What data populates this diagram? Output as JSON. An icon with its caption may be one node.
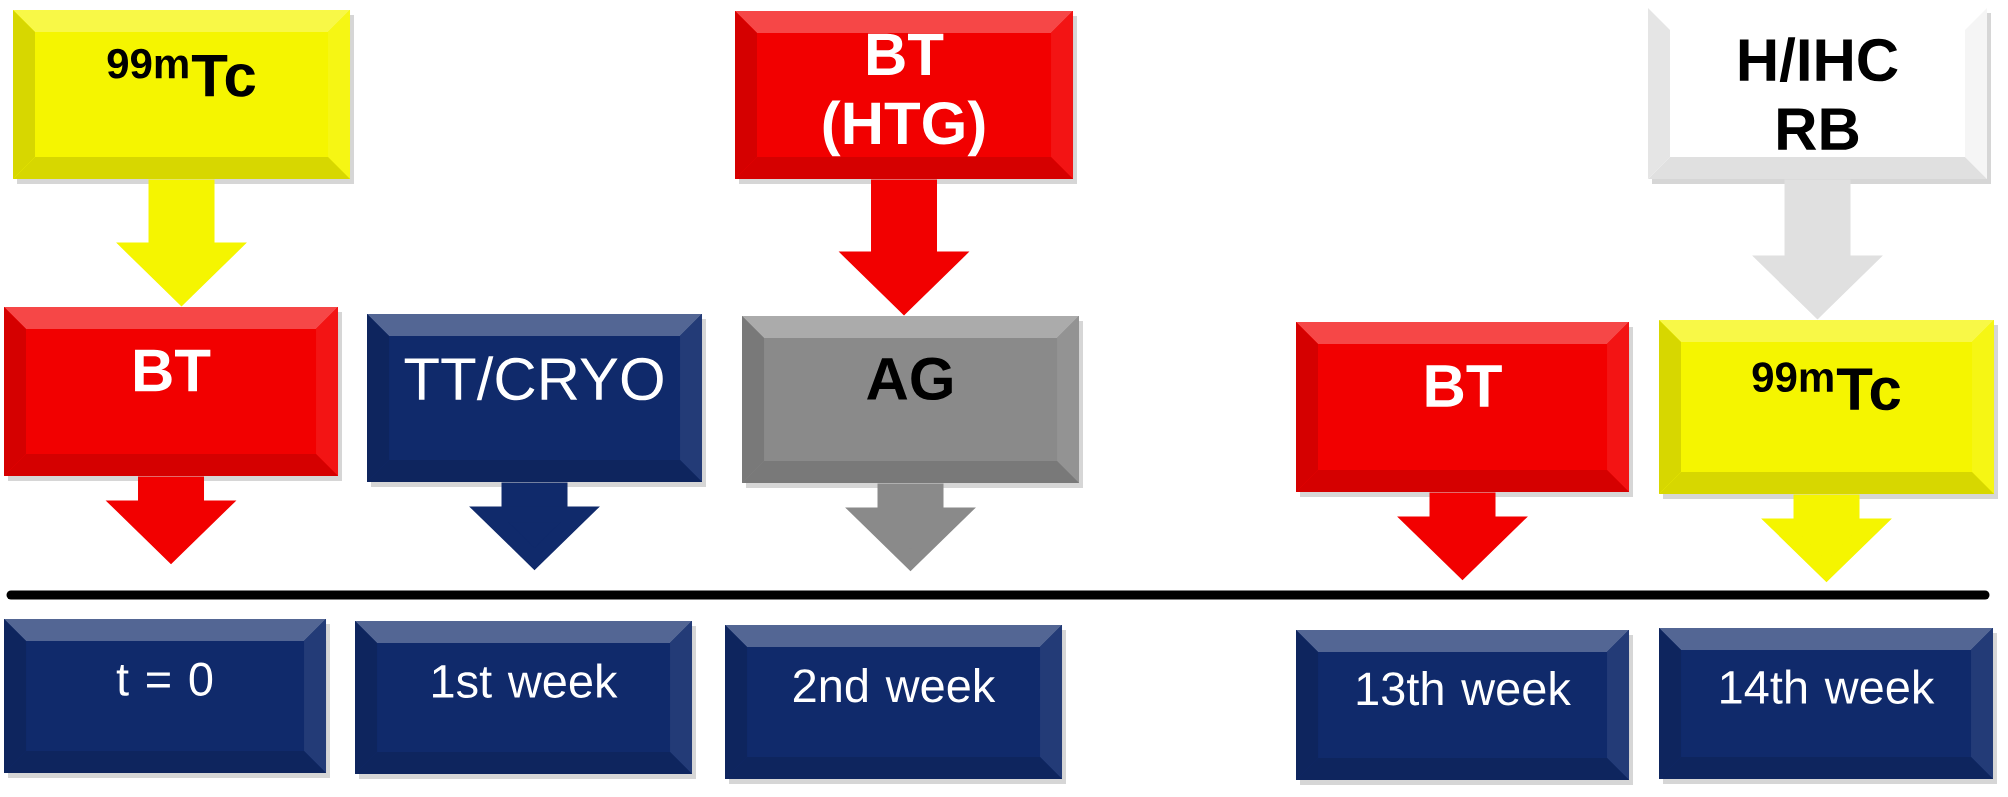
{
  "diagram": {
    "nodes": [
      {
        "text": [
          "$^{99m}$Tc"
        ]
      },
      {
        "text": [
          "BT (HTG)"
        ]
      },
      {
        "text": [
          "H/IHC RB"
        ]
      },
      {
        "text": [
          "BT"
        ]
      },
      {
        "text": [
          "TT/CRYO"
        ]
      },
      {
        "text": [
          "AG"
        ]
      },
      {
        "text": [
          "BT"
        ]
      },
      {
        "text": [
          "$^{99m}$Tc"
        ]
      },
      {
        "text": [
          "t = 0"
        ]
      },
      {
        "text": [
          "1st week"
        ]
      },
      {
        "text": [
          "2nd week"
        ]
      },
      {
        "text": [
          "13th week"
        ]
      },
      {
        "text": [
          "14th week"
        ]
      }
    ],
    "edges": [
      {
        "from": 0,
        "to": 3,
        "arrow": "to",
        "color": "#f5f500"
      },
      {
        "from": 1,
        "to": 5,
        "arrow": "to"
      },
      {
        "from": 2,
        "to": 7,
        "arrow": "to",
        "color": "#e0e0e0"
      },
      {
        "from": 3,
        "to": null,
        "arrow": "to"
      },
      {
        "from": 4,
        "to": null,
        "arrow": "to",
        "color": "#102a6b"
      },
      {
        "from": 5,
        "to": null,
        "arrow": "to",
        "color": "#8a8a8a"
      },
      {
        "from": 6,
        "to": null,
        "arrow": "to"
      },
      {
        "from": 7,
        "to": null,
        "arrow": "to",
        "color": "#f5f500"
      }
    ]
  }
}
